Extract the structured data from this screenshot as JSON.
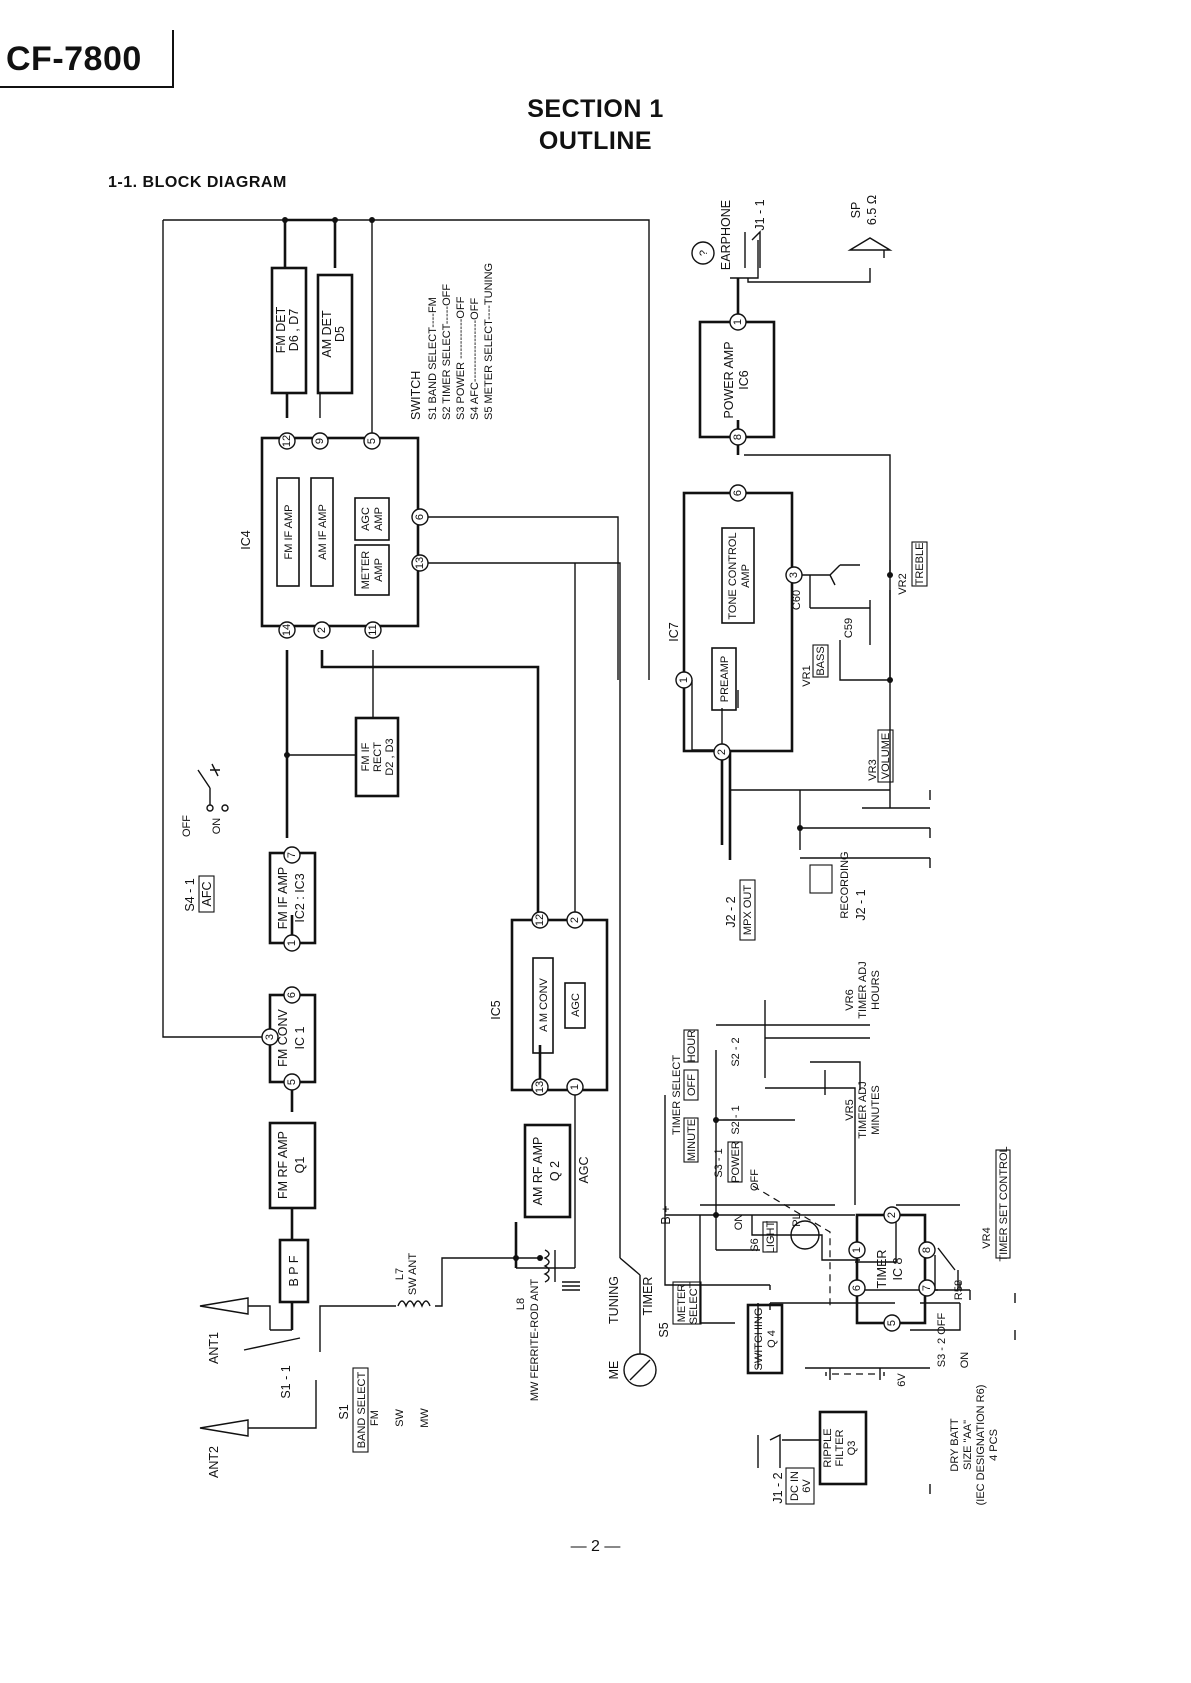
{
  "header": {
    "model": "CF-7800"
  },
  "section": {
    "line1": "SECTION 1",
    "line2": "OUTLINE"
  },
  "subheading": "1-1.  BLOCK DIAGRAM",
  "page_number": "— 2 —",
  "switch_legend": {
    "title": "SWITCH",
    "lines": [
      "S1 BAND SELECT----FM",
      "S2 TIMER SELECT-----OFF",
      "S3 POWER -----------OFF",
      "S4 AFC-----------------OFF",
      "S5 METER SELECT----TUNING"
    ]
  },
  "blocks": {
    "fm_det": [
      "FM DET",
      "D6 , D7"
    ],
    "am_det": [
      "AM  DET",
      "D5"
    ],
    "ic4": "IC4",
    "fm_if_amp_ic4": "FM  IF  AMP",
    "am_if_amp_ic4": "AM   IF  AMP",
    "agc_amp": [
      "AGC",
      "AMP"
    ],
    "meter_amp": [
      "METER",
      "AMP"
    ],
    "fm_if_rect": [
      "FM IF",
      "RECT",
      "D2 , D3"
    ],
    "fm_if_amp_ic2": [
      "FM IF AMP",
      "IC2 : IC3"
    ],
    "fm_conv": [
      "FM  CONV",
      "IC 1"
    ],
    "fm_rf_amp": [
      "FM RF AMP",
      "Q1"
    ],
    "bpf": "B P F",
    "ic5": "IC5",
    "am_conv": "A M  CONV",
    "agc": "AGC",
    "am_rf_amp": [
      "AM RF AMP",
      "Q 2"
    ],
    "agc_label": "AGC",
    "ic7": "IC7",
    "tone_control_amp": [
      "TONE CONTROL",
      "AMP"
    ],
    "preamp": "PREAMP",
    "power_amp": [
      "POWER AMP",
      "IC6"
    ],
    "timer": [
      "TIMER",
      "IC 8"
    ],
    "switching": [
      "SWITCHING",
      "Q 4"
    ],
    "ripple_filter": [
      "RIPPLE",
      "FILTER",
      "Q3"
    ]
  },
  "labels": {
    "s4_1": "S4 - 1",
    "afc": "AFC",
    "off_on": [
      "OFF",
      "ON"
    ],
    "ant1": "ANT1",
    "ant2": "ANT2",
    "s1_1": "S1 - 1",
    "s1": "S1",
    "band_select": "BAND SELECT",
    "band_modes": [
      "FM",
      "SW",
      "MW"
    ],
    "l7": [
      "L7",
      "SW ANT"
    ],
    "l8": [
      "L8",
      "MW FERRITE-ROD ANT"
    ],
    "me": "ME",
    "tuning": "TUNING",
    "timer_sw": "TIMER",
    "s5": "S5",
    "meter_select": [
      "METER",
      "SELECT"
    ],
    "earphone": "EARPHONE",
    "j1_1": "J1 - 1",
    "sp": [
      "SP",
      "6.5 Ω"
    ],
    "c60": "C60",
    "c59": "C59",
    "vr1": "VR1",
    "bass": "BASS",
    "vr2": "VR2",
    "treble": "TREBLE",
    "vr3": "VR3",
    "volume": "VOLUME",
    "j2_2": "J2 - 2",
    "mpx_out": "MPX OUT",
    "recording": "RECORDING",
    "j2_1": "J2 - 1",
    "vr6": [
      "VR6",
      "TIMER ADJ",
      "HOURS"
    ],
    "vr5": [
      "VR5",
      "TIMER ADJ",
      "MINUTES"
    ],
    "timer_select": "TIMER SELECT",
    "minute": "MINUTE",
    "off": "OFF",
    "hour": "HOUR",
    "s2_2": "S2 - 2",
    "s2_1": "S2 - 1",
    "s3_1": "S3 - 1",
    "power": "POWER",
    "off_s3": "OFF",
    "b_plus": "B +",
    "on": "ON",
    "s6": "S6",
    "light": "LIGHT",
    "pl": "PL",
    "vr4": "VR4",
    "timer_set_control": "TIMER SET CONTROL",
    "r58": "R58",
    "s3_2": "S3 - 2  OFF",
    "s3_2_on": "ON",
    "batt": [
      "DRY BATT",
      "SIZE \"AA\"",
      "(IEC DESIGNATION R6)",
      "4 PCS"
    ],
    "six_v": "6V",
    "j1_2": "J1 - 2",
    "dc_in": [
      "DC IN",
      "6V"
    ]
  }
}
